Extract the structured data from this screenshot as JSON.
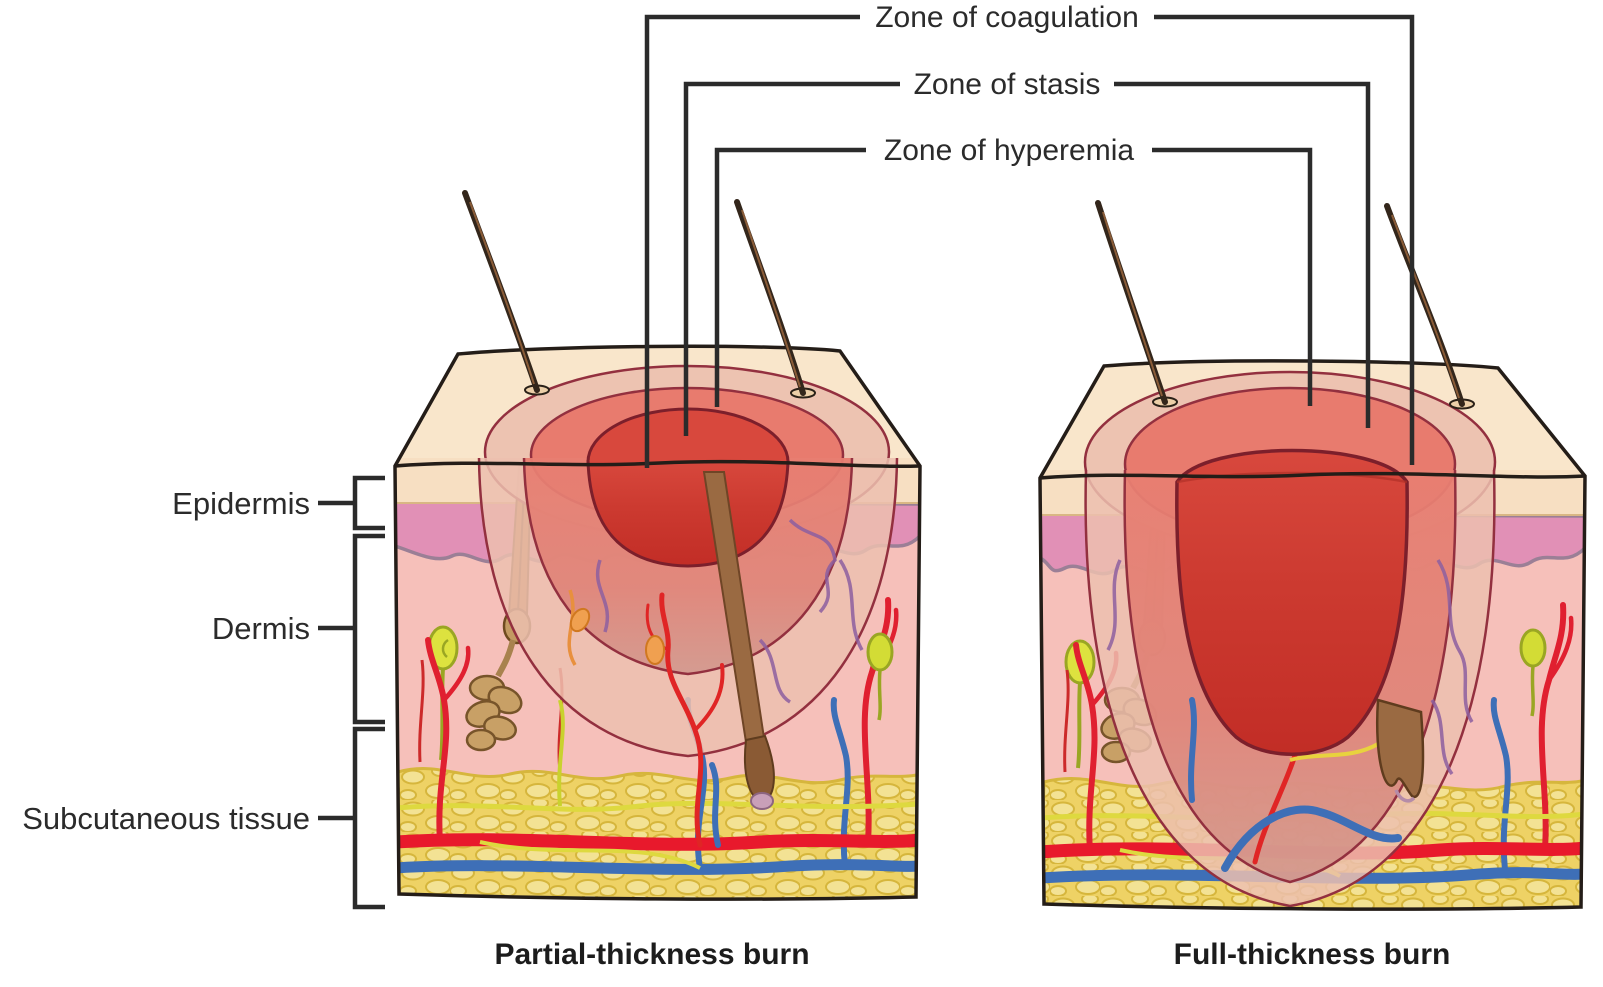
{
  "figure": {
    "zone_labels": [
      {
        "id": "coagulation",
        "label": "Zone of coagulation"
      },
      {
        "id": "stasis",
        "label": "Zone of stasis"
      },
      {
        "id": "hyperemia",
        "label": "Zone of hyperemia"
      }
    ],
    "layer_labels": [
      {
        "id": "epidermis",
        "label": "Epidermis"
      },
      {
        "id": "dermis",
        "label": "Dermis"
      },
      {
        "id": "subcutaneous",
        "label": "Subcutaneous tissue"
      }
    ],
    "diagrams": [
      {
        "id": "partial",
        "caption": "Partial-thickness burn"
      },
      {
        "id": "full",
        "caption": "Full-thickness burn"
      }
    ],
    "colors": {
      "zone_coagulation": "#cf3e33",
      "zone_stasis": "#e87b6e",
      "zone_hyperemia": "#ecc0af",
      "zone_outline": "#7d2033",
      "epidermis_surface": "#f8e2c6",
      "epidermis_deep_band": "#e190b6",
      "dermis": "#f6c0ba",
      "subcutaneous_fat": "#eed265",
      "artery": "#e8192c",
      "vein": "#3e6fb7",
      "nerve": "#d6d43e",
      "hair": "#33261b",
      "label_text": "#2b2b2b"
    }
  }
}
